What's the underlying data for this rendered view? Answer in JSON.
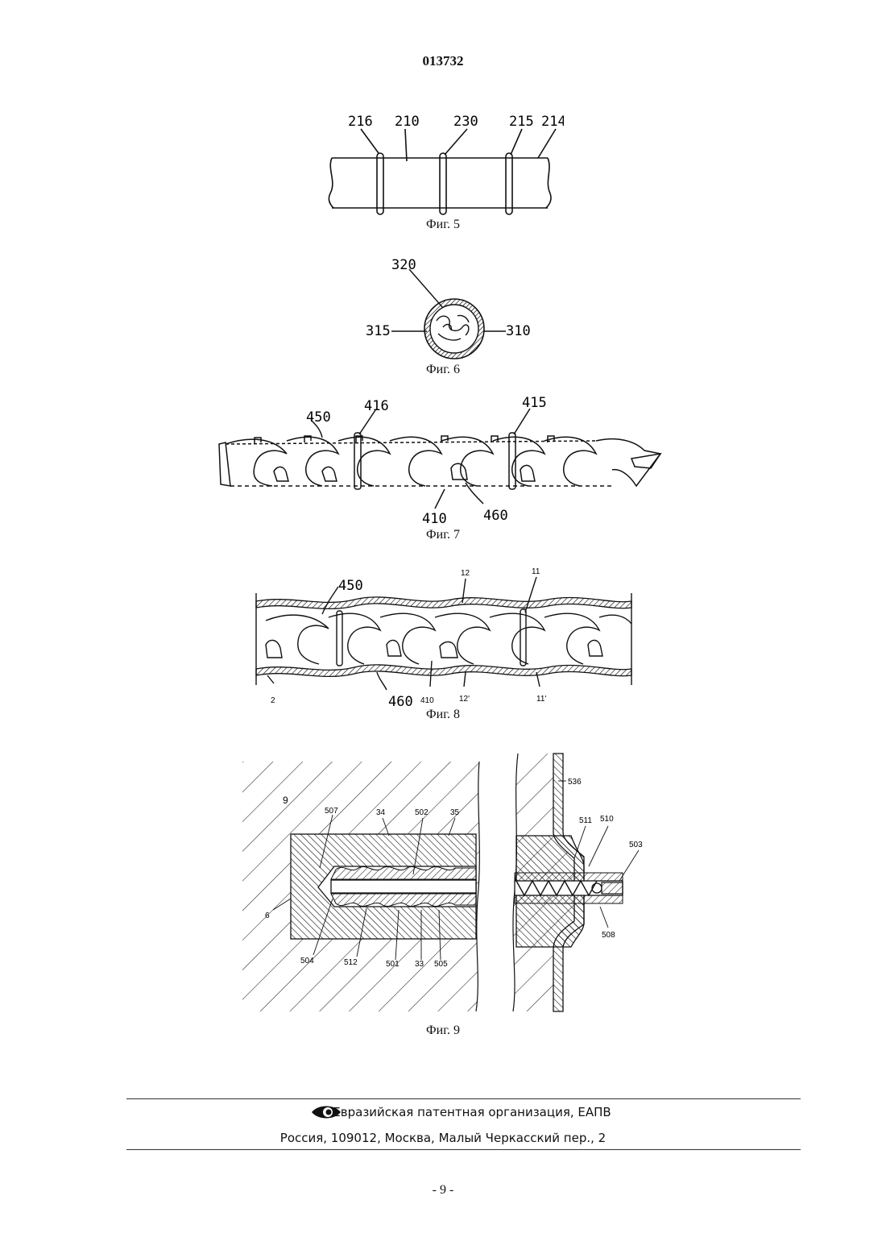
{
  "header": {
    "doc_number": "013732"
  },
  "figures": {
    "fig5": {
      "caption": "Фиг. 5",
      "labels": {
        "l216": "216",
        "l210": "210",
        "l230": "230",
        "l215": "215",
        "l214": "214"
      }
    },
    "fig6": {
      "caption": "Фиг. 6",
      "labels": {
        "l320": "320",
        "l315": "315",
        "l310": "310"
      }
    },
    "fig7": {
      "caption": "Фиг. 7",
      "labels": {
        "l450": "450",
        "l416": "416",
        "l415": "415",
        "l410": "410",
        "l460": "460"
      }
    },
    "fig8": {
      "caption": "Фиг. 8",
      "labels": {
        "l450": "450",
        "l12": "12",
        "l11": "11",
        "l2": "2",
        "l460": "460",
        "l410": "410",
        "l12p": "12'",
        "l11p": "11'"
      }
    },
    "fig9": {
      "caption": "Фиг. 9",
      "labels": {
        "l9": "9",
        "l507": "507",
        "l34": "34",
        "l502": "502",
        "l35": "35",
        "l536": "536",
        "l511": "511",
        "l510": "510",
        "l503": "503",
        "l6": "6",
        "l504": "504",
        "l512": "512",
        "l501": "501",
        "l33": "33",
        "l505": "505",
        "l508": "508"
      }
    }
  },
  "footer": {
    "org": "Евразийская патентная организация, ЕАПВ",
    "address": "Россия, 109012, Москва, Малый Черкасский пер., 2",
    "logo_icon": "eye-logo-icon"
  },
  "page_number": "- 9 -"
}
